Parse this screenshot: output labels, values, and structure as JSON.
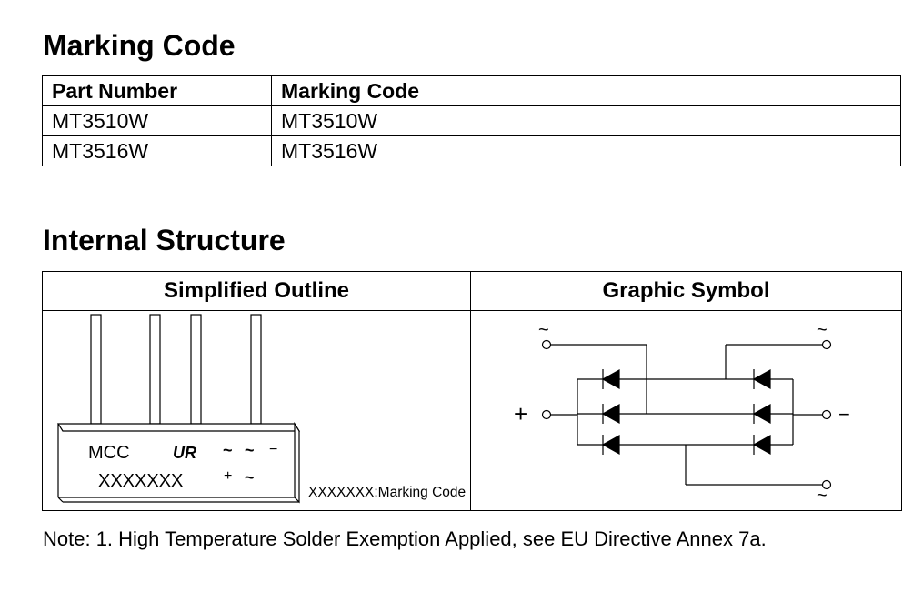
{
  "marking_section": {
    "title": "Marking Code",
    "table": {
      "headers": [
        "Part Number",
        "Marking Code"
      ],
      "rows": [
        [
          "MT3510W",
          "MT3510W"
        ],
        [
          "MT3516W",
          "MT3516W"
        ]
      ]
    }
  },
  "structure_section": {
    "title": "Internal Structure",
    "outline_header": "Simplified Outline",
    "symbol_header": "Graphic Symbol",
    "outline": {
      "brand": "MCC",
      "cert_logo": "UR",
      "code_placeholder": "XXXXXXX",
      "terminal_marks_top": [
        "~",
        "~",
        "−"
      ],
      "terminal_marks_bottom": [
        "+",
        "~"
      ],
      "caption": "XXXXXXX:Marking Code"
    },
    "symbol": {
      "terminal_labels": [
        "~",
        "~",
        "+",
        "−",
        "~"
      ]
    }
  },
  "note": "Note: 1. High Temperature Solder Exemption Applied, see EU Directive Annex 7a."
}
